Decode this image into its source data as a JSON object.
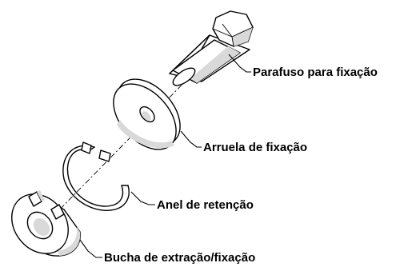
{
  "labels": {
    "bolt": "Parafuso para fixação",
    "washer": "Arruela de fixação",
    "ring": "Anel de retenção",
    "bushing": "Bucha de extração/fixação"
  }
}
